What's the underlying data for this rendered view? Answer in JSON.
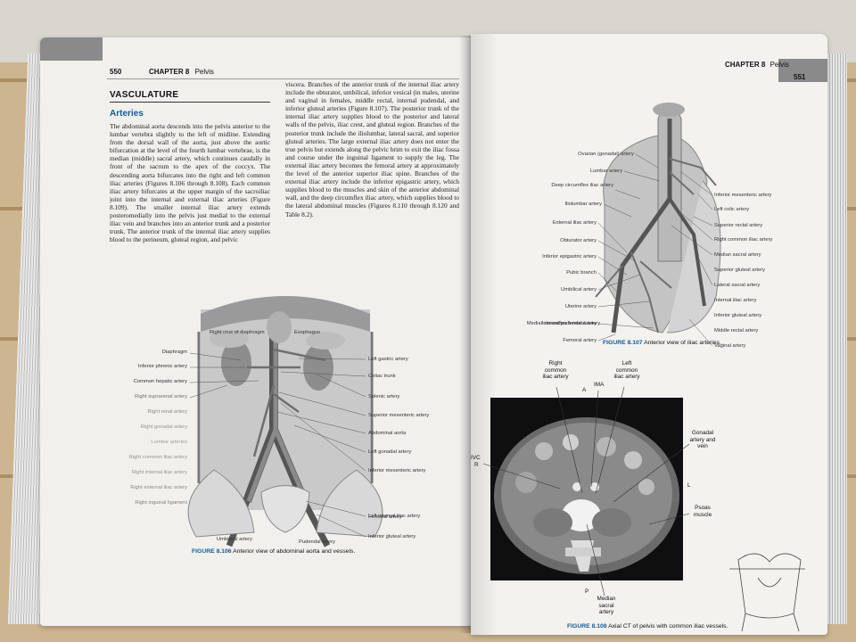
{
  "left_page": {
    "page_number": "550",
    "chapter": "CHAPTER 8",
    "chapter_title": "Pelvis",
    "section_heading": "VASCULATURE",
    "subheading": "Arteries",
    "paragraph1": "The abdominal aorta descends into the pelvis anterior to the lumbar vertebra slightly to the left of midline. Extending from the dorsal wall of the aorta, just above the aortic bifurcation at the level of the fourth lumbar vertebrae, is the median (middle) sacral artery, which continues caudally in front of the sacrum to the apex of the coccyx. The descending aorta bifurcates into the right and left common iliac arteries (Figures 8.106 through 8.108). Each common iliac artery bifurcates at the upper margin of the sacroiliac joint into the internal and external iliac arteries (Figure 8.109). The smaller internal iliac artery extends posteromedially into the pelvis just medial to the external iliac vein and branches into an anterior trunk and a posterior trunk. The anterior trunk of the internal iliac artery supplies blood to the perineum, gluteal region, and pelvic",
    "paragraph2": "viscera. Branches of the anterior trunk of the internal iliac artery include the obturator, umbilical, inferior vesical (in males, uterine and vaginal in females, middle rectal, internal pudendal, and inferior gluteal arteries (Figure 8.107). The posterior trunk of the internal iliac artery supplies blood to the posterior and lateral walls of the pelvis, iliac crest, and gluteal region. Branches of the posterior trunk include the iliolumbar, lateral sacral, and superior gluteal arteries. The large external iliac artery does not enter the true pelvis but extends along the pelvic brim to exit the iliac fossa and course under the inguinal ligament to supply the leg. The external iliac artery becomes the femoral artery at approximately the level of the anterior superior iliac spine. Branches of the external iliac artery include the inferior epigastric artery, which supplies blood to the muscles and skin of the anterior abdominal wall, and the deep circumflex iliac artery, which supplies blood to the lateral abdominal muscles (Figures 8.110 through 8.120 and Table 8.2).",
    "figure106": {
      "caption_number": "FIGURE 8.106",
      "caption_text": "Anterior view of abdominal aorta and vessels.",
      "labels_top": [
        "Right crus of diaphragm",
        "Esophagus"
      ],
      "labels_left": [
        "Diaphragm",
        "Inferior phrenic artery",
        "Common hepatic artery",
        "Right suprarenal artery",
        "Right renal artery",
        "Right gonadal artery",
        "Lumbar arteries",
        "Right common iliac artery",
        "Right internal iliac artery",
        "Right external iliac artery",
        "Right inguinal ligament"
      ],
      "labels_right": [
        "Left gastric artery",
        "Celiac trunk",
        "Splenic artery",
        "Superior mesenteric artery",
        "Abdominal aorta",
        "Left gonadal artery",
        "Inferior mesenteric artery",
        "Left internal iliac artery",
        "Inferior gluteal artery",
        "Femoral artery"
      ],
      "labels_bottom": [
        "Umbilical artery",
        "Pudendal artery"
      ]
    }
  },
  "right_page": {
    "page_number": "551",
    "chapter": "CHAPTER 8",
    "chapter_title": "Pelvis",
    "figure107": {
      "caption_number": "FIGURE 8.107",
      "caption_text": "Anterior view of iliac arteries.",
      "labels_left": [
        "Ovarian (gonadal) artery",
        "Lumbar artery",
        "Deep circumflex iliac artery",
        "Iliolumbar artery",
        "External iliac artery",
        "Obturator artery",
        "Inferior epigastric artery",
        "Pubic branch",
        "Umbilical artery",
        "Uterine artery",
        "Internal pudendal artery",
        "Femoral artery",
        "Medial circumflex femoral artery"
      ],
      "labels_right": [
        "Inferior mesenteric artery",
        "Left colic artery",
        "Superior rectal artery",
        "Right common iliac artery",
        "Median sacral artery",
        "Superior gluteal artery",
        "Lateral sacral artery",
        "Internal iliac artery",
        "Inferior gluteal artery",
        "Middle rectal artery",
        "Vaginal artery"
      ]
    },
    "figure108": {
      "caption_number": "FIGURE 8.108",
      "caption_text": "Axial CT of pelvis with common iliac vessels.",
      "label_right_common_iliac": "Right common iliac artery",
      "label_ima": "IMA",
      "label_left_common_iliac": "Left common iliac artery",
      "label_gonadal": "Gonadal artery and vein",
      "label_psoas": "Psoas muscle",
      "label_median_sacral": "Median sacral artery",
      "orient_a": "A",
      "orient_p": "P",
      "orient_r": "R",
      "orient_l": "L",
      "label_ivc": "IVC"
    }
  }
}
